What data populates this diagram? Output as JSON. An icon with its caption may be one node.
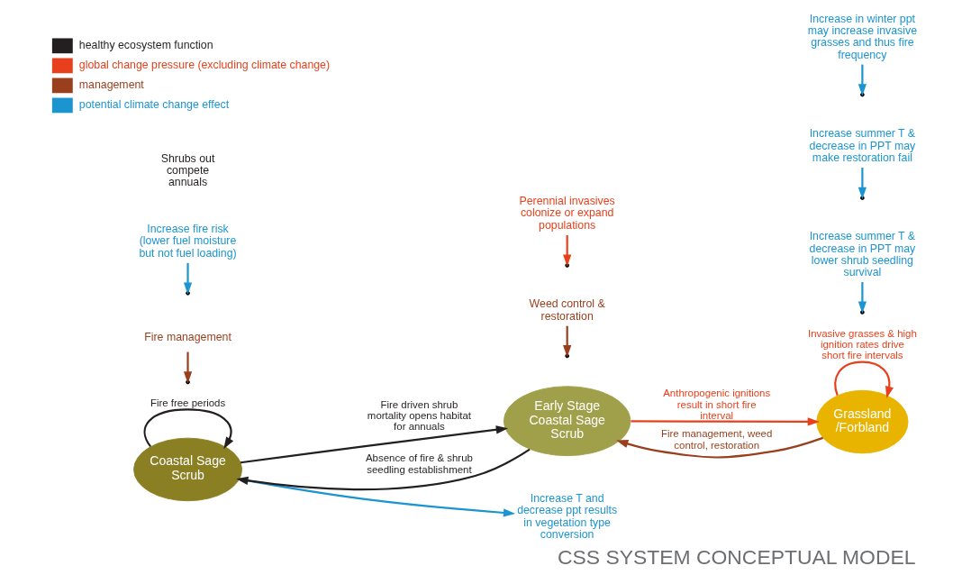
{
  "diagram": {
    "title": "CSS SYSTEM CONCEPTUAL MODEL",
    "nodes": [
      {
        "text": [
          "Coastal Sage Scrub"
        ]
      },
      {
        "text": [
          "Early Stage Coastal Sage Scrub"
        ]
      },
      {
        "text": [
          "Grassland /Forbland"
        ]
      },
      {
        "text": [
          "Fire management"
        ]
      },
      {
        "text": [
          "Increase fire risk (lower fuel moisture but not fuel loading)"
        ]
      },
      {
        "text": [
          "Increase T and decrease ppt results in vegetation type conversion"
        ]
      },
      {
        "text": [
          "Weed control & restoration"
        ]
      },
      {
        "text": [
          "Perennial invasives colonize or expand populations"
        ]
      },
      {
        "text": [
          "Increase summer T & decrease in PPT may lower shrub seedling survival"
        ]
      },
      {
        "text": [
          "Increase summer T & decrease in PPT may make restoration fail"
        ]
      },
      {
        "text": [
          "Increase in winter ppt may increase invasive grasses and thus fire frequency"
        ]
      }
    ],
    "edges": [
      {
        "from": 0,
        "to": 0,
        "arrow": "to",
        "label": "Fire free periods",
        "color": "#231f20"
      },
      {
        "from": 0,
        "to": 1,
        "arrow": "to",
        "label": "Fire driven shrub mortality opens habitat for annuals",
        "color": "#231f20"
      },
      {
        "from": 1,
        "to": 0,
        "arrow": "to",
        "label": "Absence of fire & shrub seedling establishment",
        "color": "#231f20"
      },
      {
        "from": 1,
        "to": 2,
        "arrow": "to",
        "label": "Anthropogenic ignitions result in short fire interval",
        "color": "#e8401c"
      },
      {
        "from": 2,
        "to": 1,
        "arrow": "to",
        "label": "Fire management, weed control, restoration",
        "color": "#9a3f1d"
      },
      {
        "from": 2,
        "to": 2,
        "arrow": "to",
        "label": "Invasive grasses & high ignition rates drive short fire intervals",
        "color": "#e8401c"
      },
      {
        "from": 3,
        "to": null,
        "arrow": "to",
        "color": "#9a3f1d"
      },
      {
        "from": 4,
        "to": null,
        "arrow": "to",
        "color": "#1b95d0"
      },
      {
        "from": 0,
        "to": 5,
        "arrow": "to",
        "color": "#1b95d0"
      },
      {
        "from": 6,
        "to": null,
        "arrow": "to",
        "color": "#9a3f1d"
      },
      {
        "from": 7,
        "to": null,
        "arrow": "to",
        "color": "#e8401c"
      },
      {
        "from": 8,
        "to": null,
        "arrow": "to",
        "color": "#1b95d0"
      },
      {
        "from": 9,
        "to": null,
        "arrow": "to",
        "color": "#1b95d0"
      },
      {
        "from": 10,
        "to": null,
        "arrow": "to",
        "color": "#1b95d0"
      }
    ],
    "labels": [
      "Shrubs out compete annuals"
    ],
    "legend": [
      {
        "text": "healthy ecosystem function",
        "color": "#231f20"
      },
      {
        "text": "global change pressure (excluding climate change)",
        "color": "#e8401c"
      },
      {
        "text": "management",
        "color": "#9a3f1d"
      },
      {
        "text": "potential climate change effect",
        "color": "#1b95d0"
      }
    ]
  }
}
